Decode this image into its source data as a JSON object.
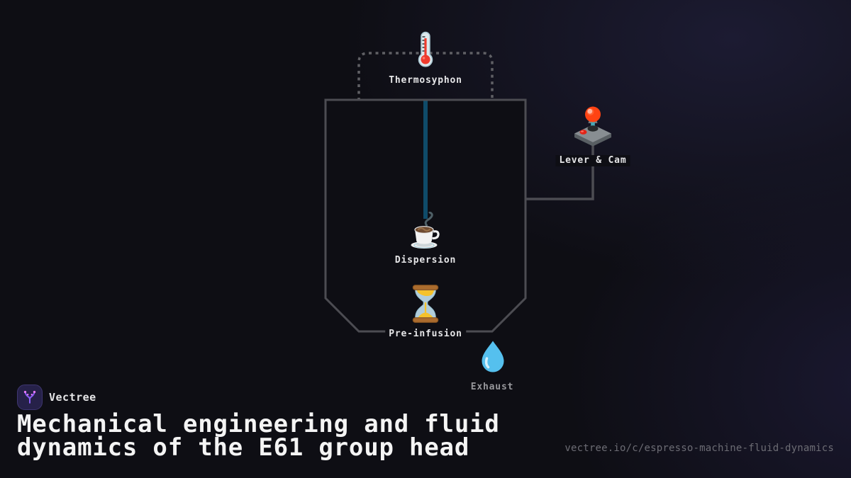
{
  "theme": {
    "bg": "#0e0e14",
    "outline": "#4c4c52",
    "dashed_outline": "#606065",
    "accent_flow": "#0f4b69",
    "label": "#e6e6e8",
    "label_dim": "#97979b",
    "title_color": "#f4f4f4",
    "url_color": "#6c6c74",
    "logo_bg": "#262149",
    "logo_border": "#3e3670",
    "logo_stroke": "#8b5cf6",
    "logo_dot": "#e879f9"
  },
  "diagram": {
    "nodes": [
      {
        "id": "thermosyphon",
        "label": "Thermosyphon",
        "icon": "thermometer-icon"
      },
      {
        "id": "lever-cam",
        "label": "Lever & Cam",
        "icon": "joystick-icon"
      },
      {
        "id": "dispersion",
        "label": "Dispersion",
        "icon": "coffee-cup-icon"
      },
      {
        "id": "pre-infusion",
        "label": "Pre-infusion",
        "icon": "hourglass-icon"
      },
      {
        "id": "exhaust",
        "label": "Exhaust",
        "icon": "water-drop-icon"
      }
    ]
  },
  "branding": {
    "name": "Vectree"
  },
  "title": {
    "line1": "Mechanical engineering and fluid",
    "line2": "dynamics of the E61 group head"
  },
  "footer": {
    "url": "vectree.io/c/espresso-machine-fluid-dynamics"
  }
}
